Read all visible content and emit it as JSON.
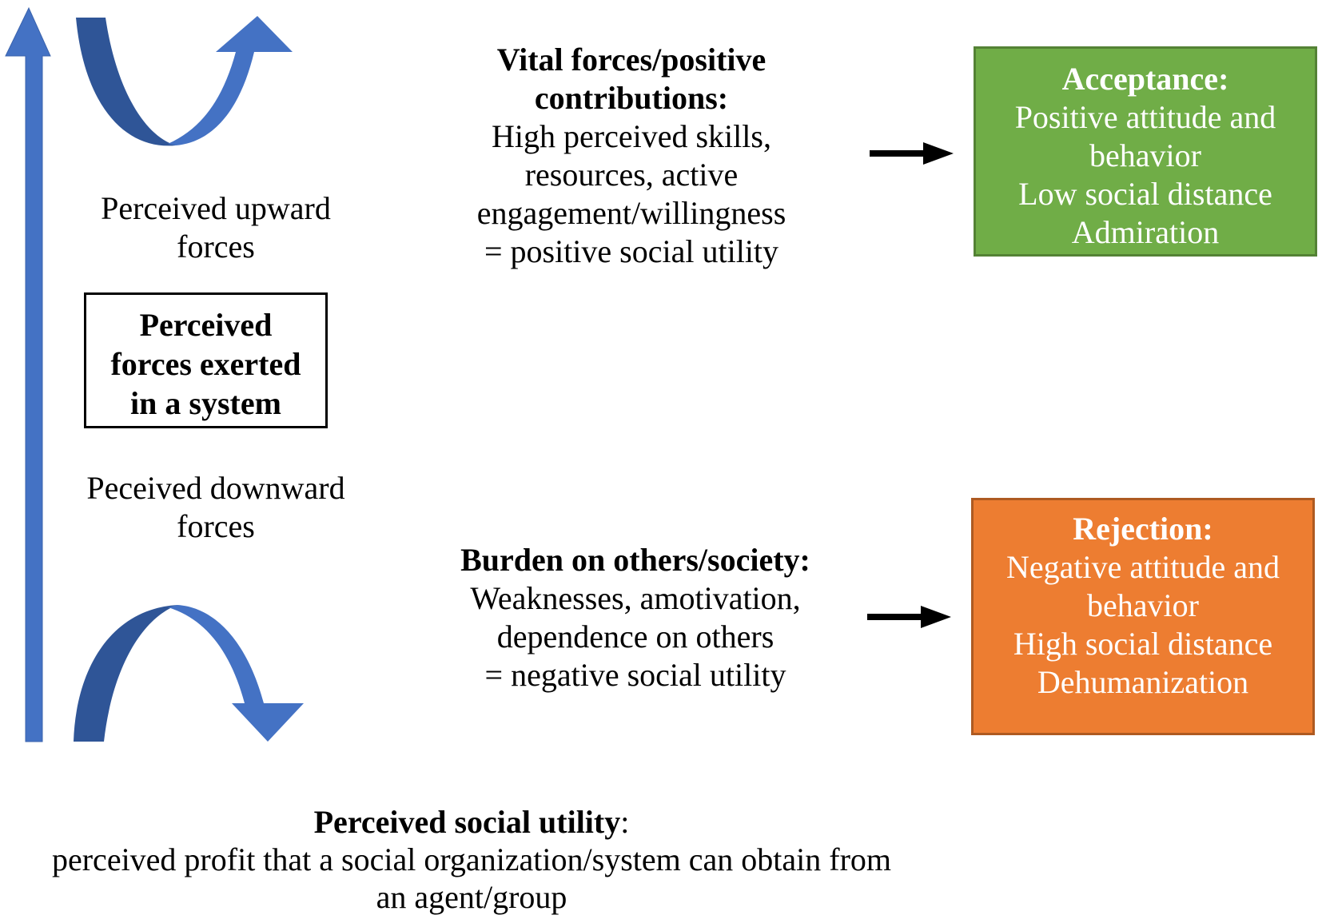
{
  "colors": {
    "arrow_blue": "#4472c4",
    "arrow_blue_dark": "#2f5597",
    "acceptance_fill": "#70ad47",
    "rejection_fill": "#ed7d31"
  },
  "icons": {
    "vertical_arrow": "up-arrow-icon",
    "upward_curve": "curved-up-arrow-icon",
    "downward_curve": "curved-down-arrow-icon",
    "right_arrow": "right-arrow-icon"
  },
  "upward_label": {
    "line1": "Perceived upward",
    "line2": "forces"
  },
  "downward_label": {
    "line1": "Peceived downward",
    "line2": "forces"
  },
  "center_box": {
    "line1": "Perceived",
    "line2": "forces exerted",
    "line3": "in a system"
  },
  "vital_forces": {
    "heading1": "Vital forces/positive",
    "heading2": "contributions:",
    "line1": "High perceived  skills,",
    "line2": "resources, active",
    "line3": "engagement/willingness",
    "line4": "= positive social utility"
  },
  "burden": {
    "heading": "Burden on others/society:",
    "line1": "Weaknesses, amotivation,",
    "line2": "dependence  on others",
    "line3": "= negative social utility"
  },
  "acceptance": {
    "heading": "Acceptance:",
    "line1": "Positive attitude  and",
    "line2": "behavior",
    "line3": "Low social distance",
    "line4": "Admiration"
  },
  "rejection": {
    "heading": "Rejection:",
    "line1": "Negative attitude  and",
    "line2": "behavior",
    "line3": "High social distance",
    "line4": "Dehumanization"
  },
  "social_utility": {
    "heading": "Perceived  social utility",
    "colon": ":",
    "line1": "perceived  profit that a social organization/system  can  obtain  from",
    "line2": "an agent/group"
  }
}
